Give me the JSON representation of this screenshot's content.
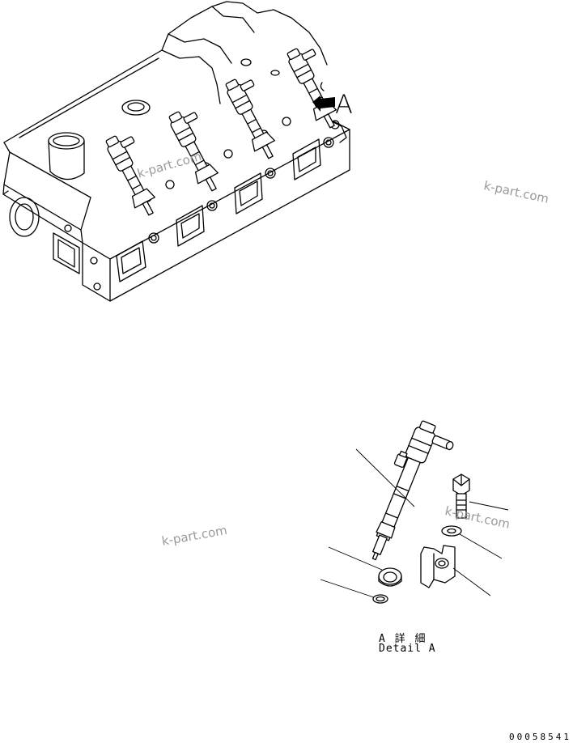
{
  "view_label": "A",
  "detail_caption_jp": "A 詳 細",
  "detail_caption_en": "Detail A",
  "drawing_number": "00058541",
  "watermark": "k-part.com",
  "colors": {
    "line": "#000000",
    "watermark": "#9a9a9a",
    "background": "#ffffff"
  }
}
